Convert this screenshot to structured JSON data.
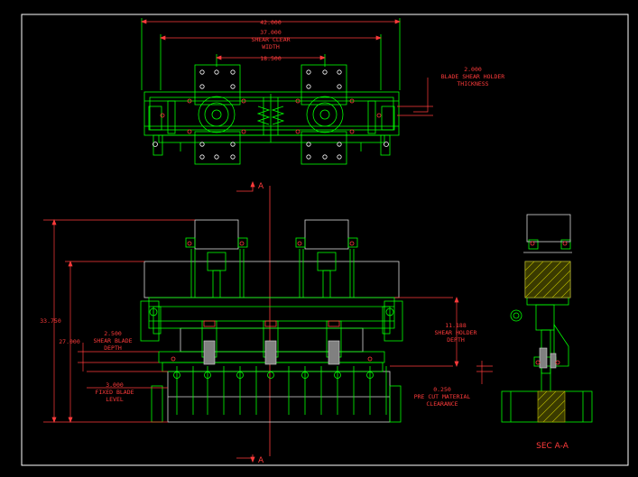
{
  "colors": {
    "background": "#000000",
    "border": "#ffffff",
    "geometry": "#00ff00",
    "secondary": "#d8d8d8",
    "dimension": "#ff3b3b",
    "hatch": "#b8b800"
  },
  "top_view": {
    "overall_width": "42.000",
    "shear_clear_value": "37.000",
    "shear_clear_line1": "SHEAR CLEAR",
    "shear_clear_line2": "WIDTH",
    "center_spacing": "18.500",
    "holder_value": "2.000",
    "holder_line1": "BLADE SHEAR HOLDER",
    "holder_line2": "THICKNESS"
  },
  "front_view": {
    "section_mark": "A",
    "overall_height": "33.750",
    "height_27": "27.000",
    "blade_depth_value": "2.500",
    "blade_depth_line1": "SHEAR BLADE",
    "blade_depth_line2": "DEPTH",
    "fixed_blade_value": "3.000",
    "fixed_blade_line1": "FIXED BLADE",
    "fixed_blade_line2": "LEVEL",
    "holder_depth_value": "11.188",
    "holder_depth_line1": "SHEAR HOLDER",
    "holder_depth_line2": "DEPTH",
    "clearance_value": "0.250",
    "clearance_line1": "PRE CUT MATERIAL",
    "clearance_line2": "CLEARANCE"
  },
  "section_view": {
    "label": "SEC A-A"
  }
}
